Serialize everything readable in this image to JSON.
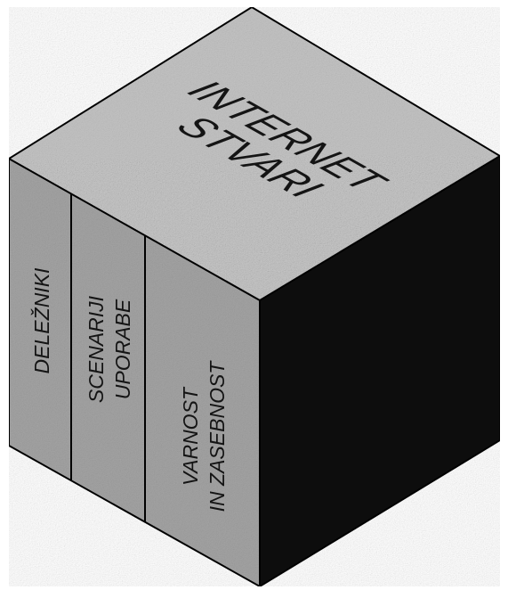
{
  "cube": {
    "top_label_line1": "INTERNET",
    "top_label_line2": "STVARI",
    "left_face_sections": [
      {
        "lines": [
          "DELEŽNIKI"
        ]
      },
      {
        "lines": [
          "SCENARIJI",
          "UPORABE"
        ]
      },
      {
        "lines": [
          "VARNOST",
          "IN ZASEBNOST"
        ]
      }
    ],
    "colors": {
      "top_face": "#c4c4c4",
      "left_face": "#a4a4a4",
      "right_face": "#111111",
      "edges": "#000000"
    }
  }
}
